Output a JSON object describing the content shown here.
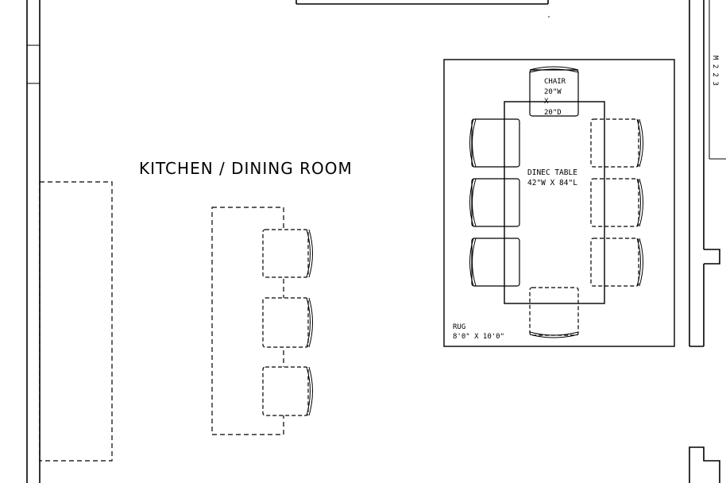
{
  "room_label": "KITCHEN / DINING ROOM",
  "chair_label": {
    "line1": "CHAIR",
    "line2": "20\"W",
    "line3": "X",
    "line4": "20\"D"
  },
  "table_label": {
    "line1": "DINEC TABLE",
    "line2": "42\"W X 84\"L"
  },
  "rug_label": {
    "line1": "RUG",
    "line2": "8'0\" X 10'0\""
  },
  "side_text": "M\n2\n2\n3",
  "colors": {
    "line": "#000000",
    "background": "#ffffff"
  }
}
